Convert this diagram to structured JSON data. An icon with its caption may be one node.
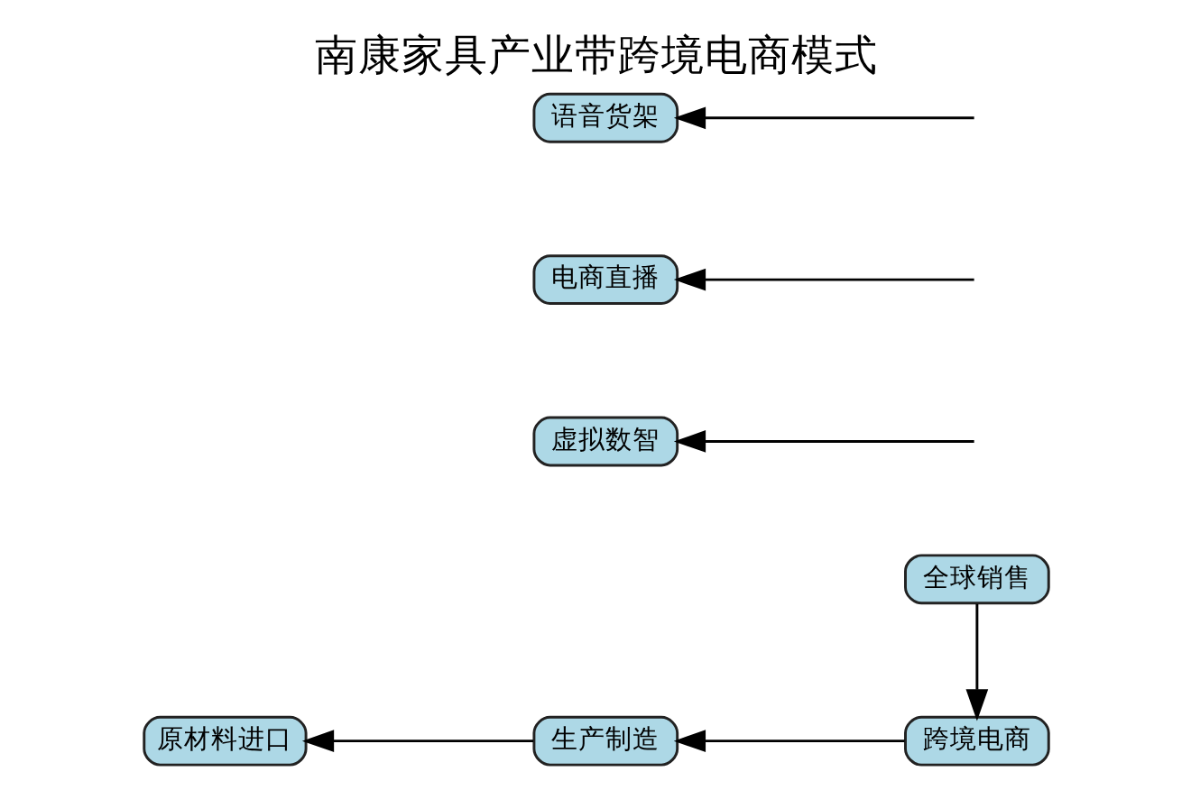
{
  "diagram": {
    "title": "南康家具产业带跨境电商模式",
    "nodes": [
      {
        "text": [
          "原材料进口"
        ]
      },
      {
        "text": [
          "生产制造"
        ]
      },
      {
        "text": [
          "跨境电商"
        ]
      },
      {
        "text": [
          "虚拟数智"
        ]
      },
      {
        "text": [
          "全球销售"
        ]
      },
      {
        "text": [
          "电商直播"
        ]
      },
      {
        "text": [
          "语音货架"
        ]
      }
    ],
    "edges": [
      {
        "from": 1,
        "to": 0,
        "arrow": "to"
      },
      {
        "from": 2,
        "to": 1,
        "arrow": "to"
      },
      {
        "from": 4,
        "to": 2,
        "arrow": "to"
      },
      {
        "from": null,
        "to": 3,
        "arrow": "to"
      },
      {
        "from": null,
        "to": 5,
        "arrow": "to"
      },
      {
        "from": null,
        "to": 6,
        "arrow": "to"
      }
    ]
  }
}
